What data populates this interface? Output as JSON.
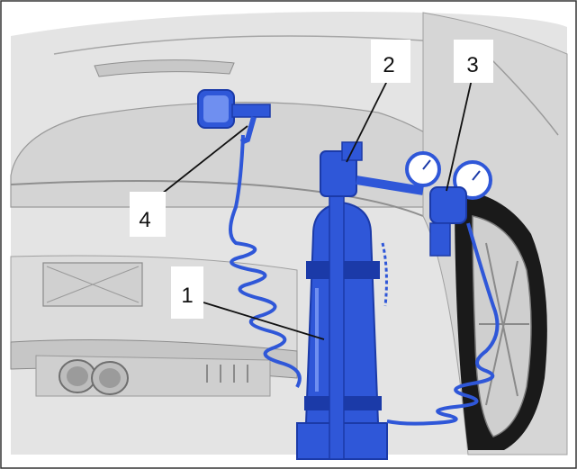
{
  "colors": {
    "equipment": "#2f57d8",
    "equipment_dark": "#1b3aa8",
    "equipment_light": "#6f8ff0",
    "car_body": "#d9d9d9",
    "car_shadow": "#b7b7b7",
    "car_line": "#8f8f8f",
    "tyre": "#1a1a1a",
    "leader": "#111111",
    "label_bg": "#ffffff"
  },
  "callouts": [
    {
      "id": "callout-1",
      "text": "1",
      "target": "cylinder"
    },
    {
      "id": "callout-2",
      "text": "2",
      "target": "cylinder-valve"
    },
    {
      "id": "callout-3",
      "text": "3",
      "target": "pressure-regulator"
    },
    {
      "id": "callout-4",
      "text": "4",
      "target": "filler-adapter"
    }
  ]
}
